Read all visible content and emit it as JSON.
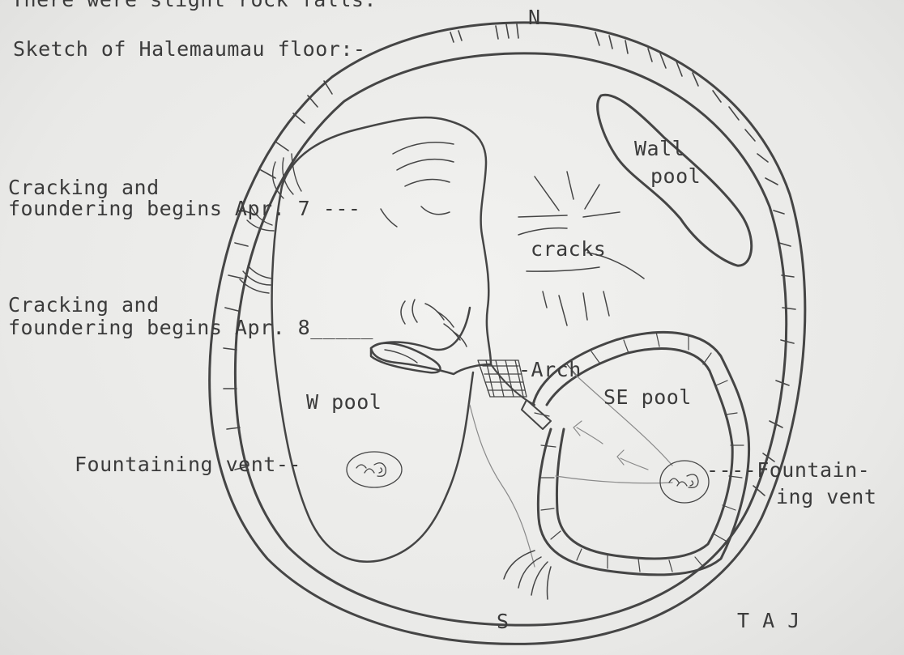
{
  "header_line": "There were slight rock falls.",
  "title": "Sketch of Halemaumau floor:-",
  "compass": {
    "north": "N",
    "south": "S"
  },
  "labels": {
    "wall_pool_line1": "Wall",
    "wall_pool_line2": "pool",
    "cracks": "cracks",
    "arch": "-Arch",
    "w_pool": "W pool",
    "se_pool": "SE pool",
    "fountaining_vent_left": "Fountaining vent--",
    "fountaining_vent_right_line1": "----Fountain-",
    "fountaining_vent_right_line2": "ing vent"
  },
  "annotations": [
    {
      "line1": "Cracking and",
      "line2": "foundering begins Apr. 7 ---"
    },
    {
      "line1": "Cracking and",
      "line2": "foundering begins Apr. 8_____"
    }
  ],
  "initials": "T A J"
}
